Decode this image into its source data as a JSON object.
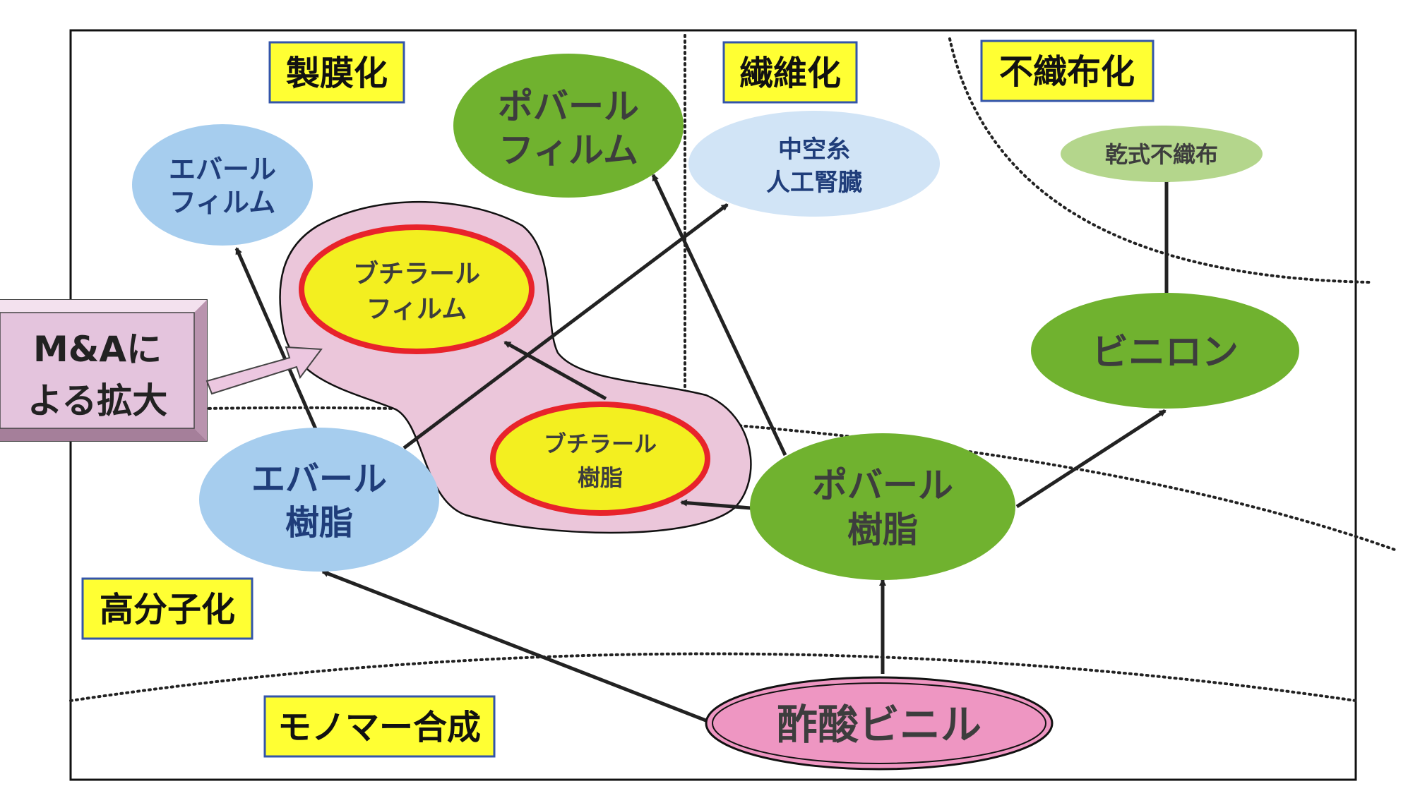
{
  "stages": {
    "membrane": "製膜化",
    "fiber": "繊維化",
    "nonwoven": "不織布化",
    "polymerization": "高分子化",
    "monomer": "モノマー合成"
  },
  "nodes": {
    "eval_film": [
      "エバール",
      "フィルム"
    ],
    "poval_film": [
      "ポバール",
      "フィルム"
    ],
    "hollow_fiber": [
      "中空糸",
      "人工腎臓"
    ],
    "dry_nonwoven": "乾式不織布",
    "butyral_film": [
      "ブチラール",
      "フィルム"
    ],
    "butyral_resin": [
      "ブチラール",
      "樹脂"
    ],
    "vinylon": "ビニロン",
    "eval_resin": [
      "エバール",
      "樹脂"
    ],
    "poval_resin": [
      "ポバール",
      "樹脂"
    ],
    "vinyl_acetate": "酢酸ビニル"
  },
  "callout": [
    "M&Aに",
    "よる拡大"
  ],
  "colors": {
    "stage_box_fill": "#ffff33",
    "stage_box_border": "#3355aa",
    "light_blue": "#a6cdee",
    "pale_blue": "#d1e4f6",
    "green": "#70b22f",
    "light_green": "#b4d68c",
    "pink_node": "#ee96c2",
    "blob_pink": "#ebc6da",
    "yellow_node": "#f3ef20",
    "red_ring": "#e8232b",
    "callout_pink": "#e4c4dd"
  }
}
